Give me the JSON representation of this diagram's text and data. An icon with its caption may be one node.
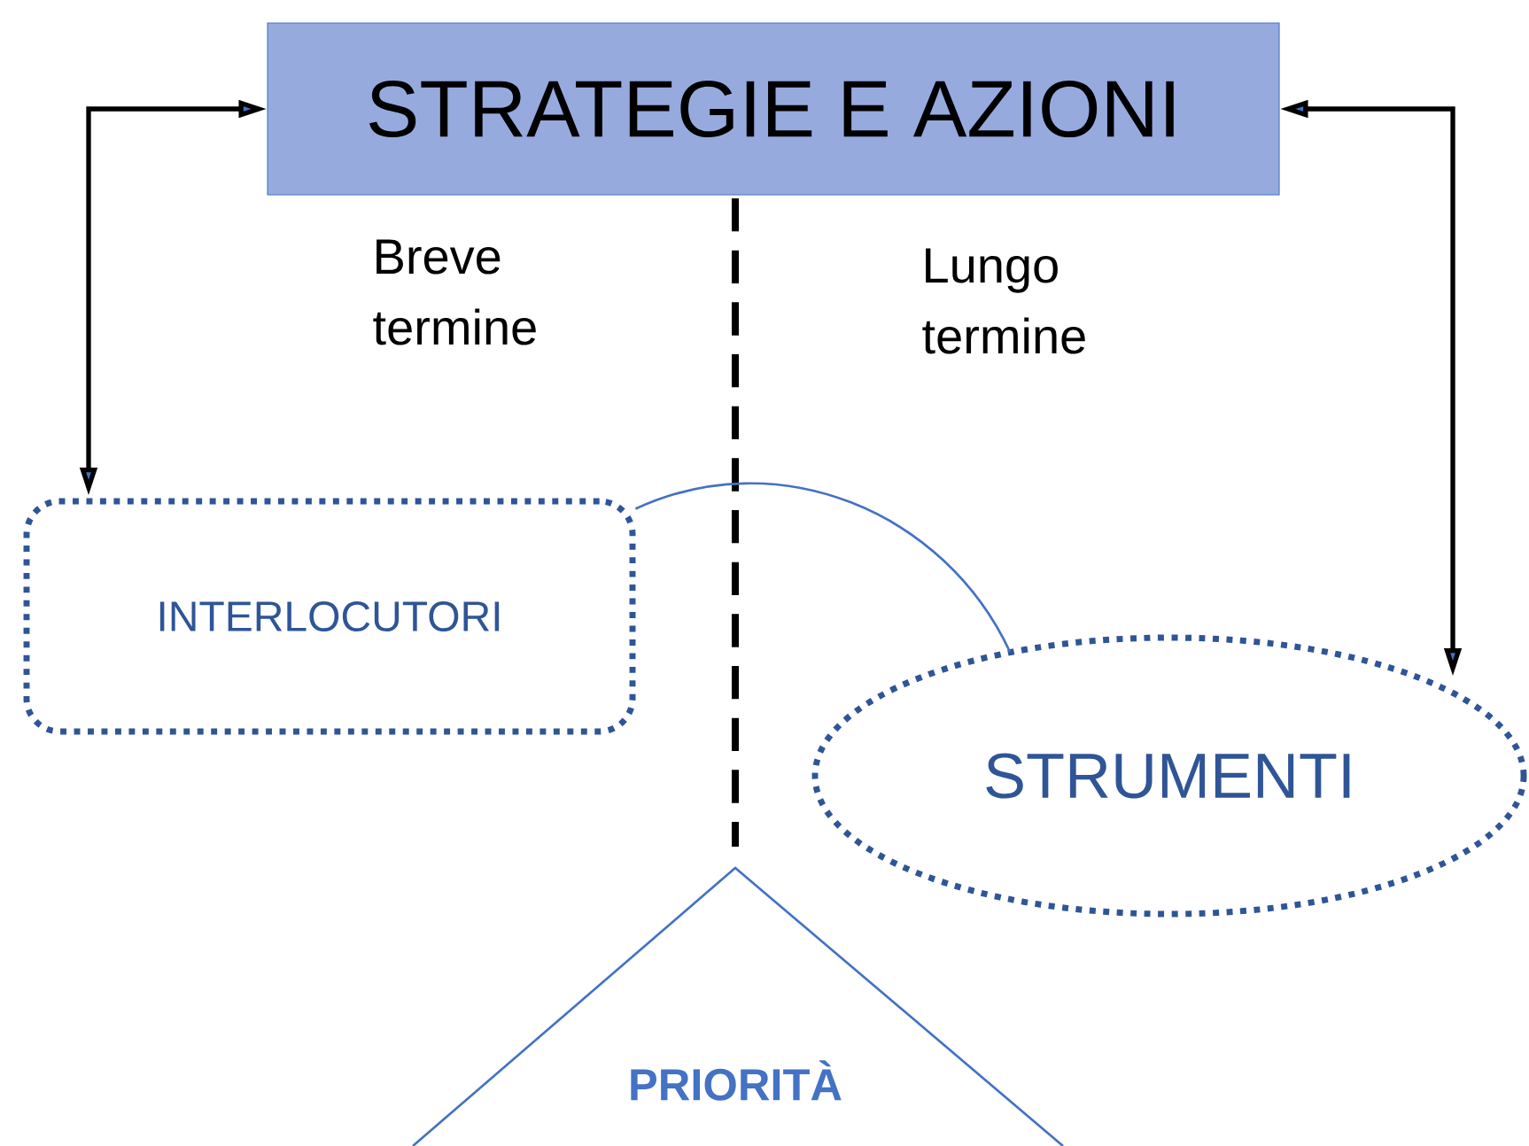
{
  "diagram": {
    "nodes": [
      {
        "text": [
          "STRATEGIE E AZIONI"
        ]
      },
      {
        "text": [
          "INTERLOCUTORI"
        ]
      },
      {
        "text": [
          "STRUMENTI"
        ]
      },
      {
        "text": [
          "PRIORITÀ"
        ]
      }
    ],
    "edges": [
      {
        "from": 0,
        "to": 1,
        "arrow": "both"
      },
      {
        "from": 0,
        "to": 2,
        "arrow": "both"
      },
      {
        "from": 1,
        "to": 2,
        "arrow": "none",
        "color": "#4472c4"
      }
    ],
    "labels": [
      "Breve termine",
      "Lungo termine"
    ]
  }
}
